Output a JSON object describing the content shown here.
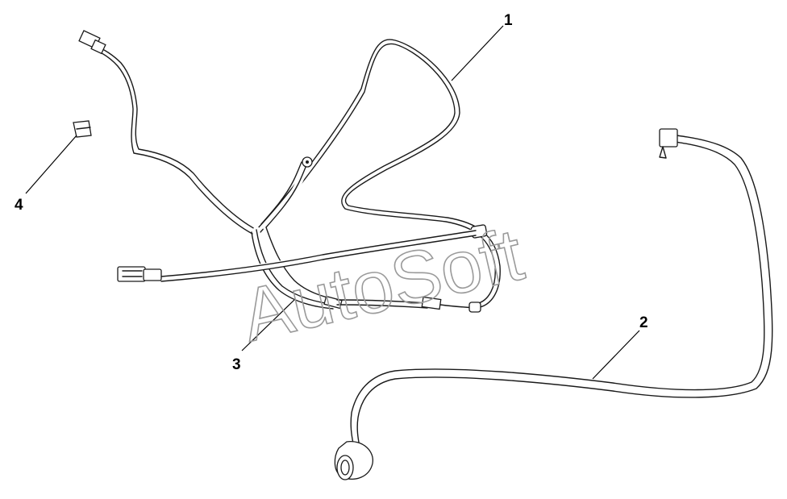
{
  "callouts": [
    {
      "id": "1",
      "label": "1"
    },
    {
      "id": "2",
      "label": "2"
    },
    {
      "id": "3",
      "label": "3"
    },
    {
      "id": "4",
      "label": "4"
    }
  ],
  "watermark": "AutoSoft"
}
